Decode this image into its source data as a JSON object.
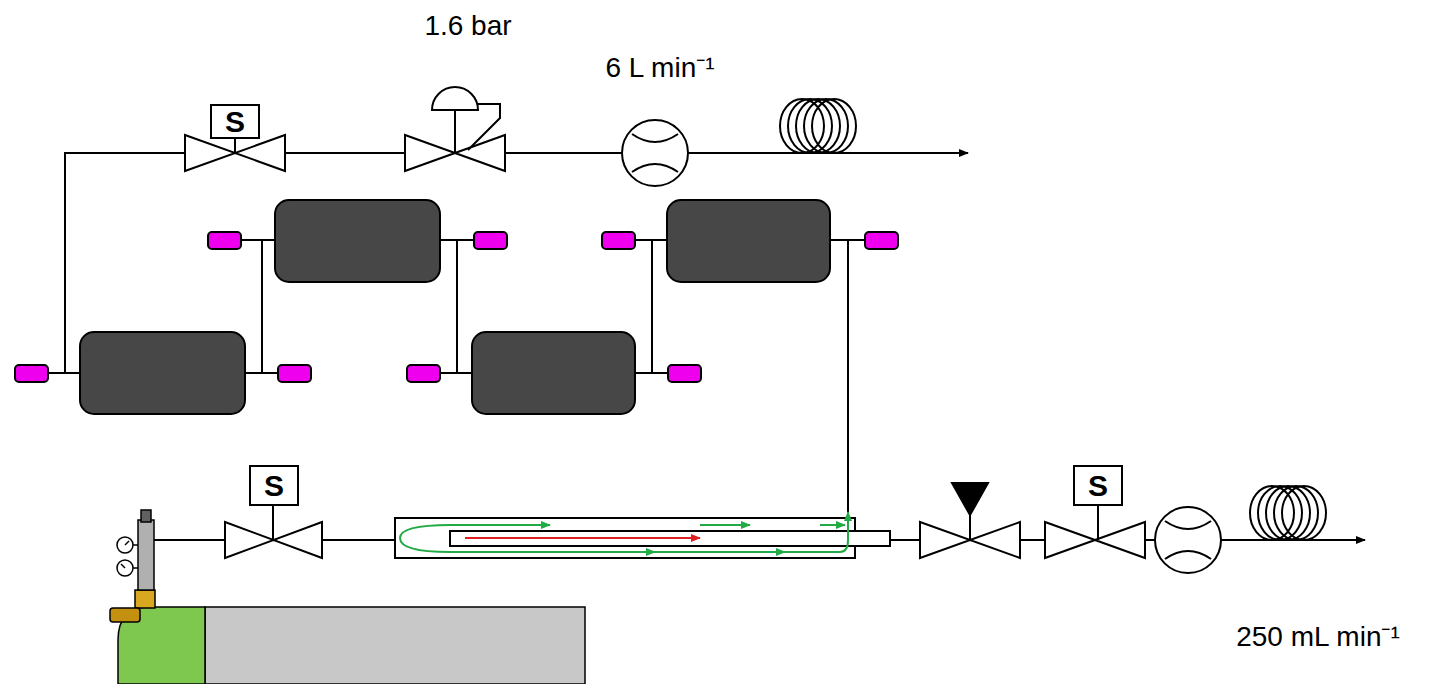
{
  "diagram": {
    "labels": [
      "S",
      "1.6 bar",
      "6 L min⁻¹",
      "S",
      "S",
      "250 mL min⁻¹"
    ]
  }
}
